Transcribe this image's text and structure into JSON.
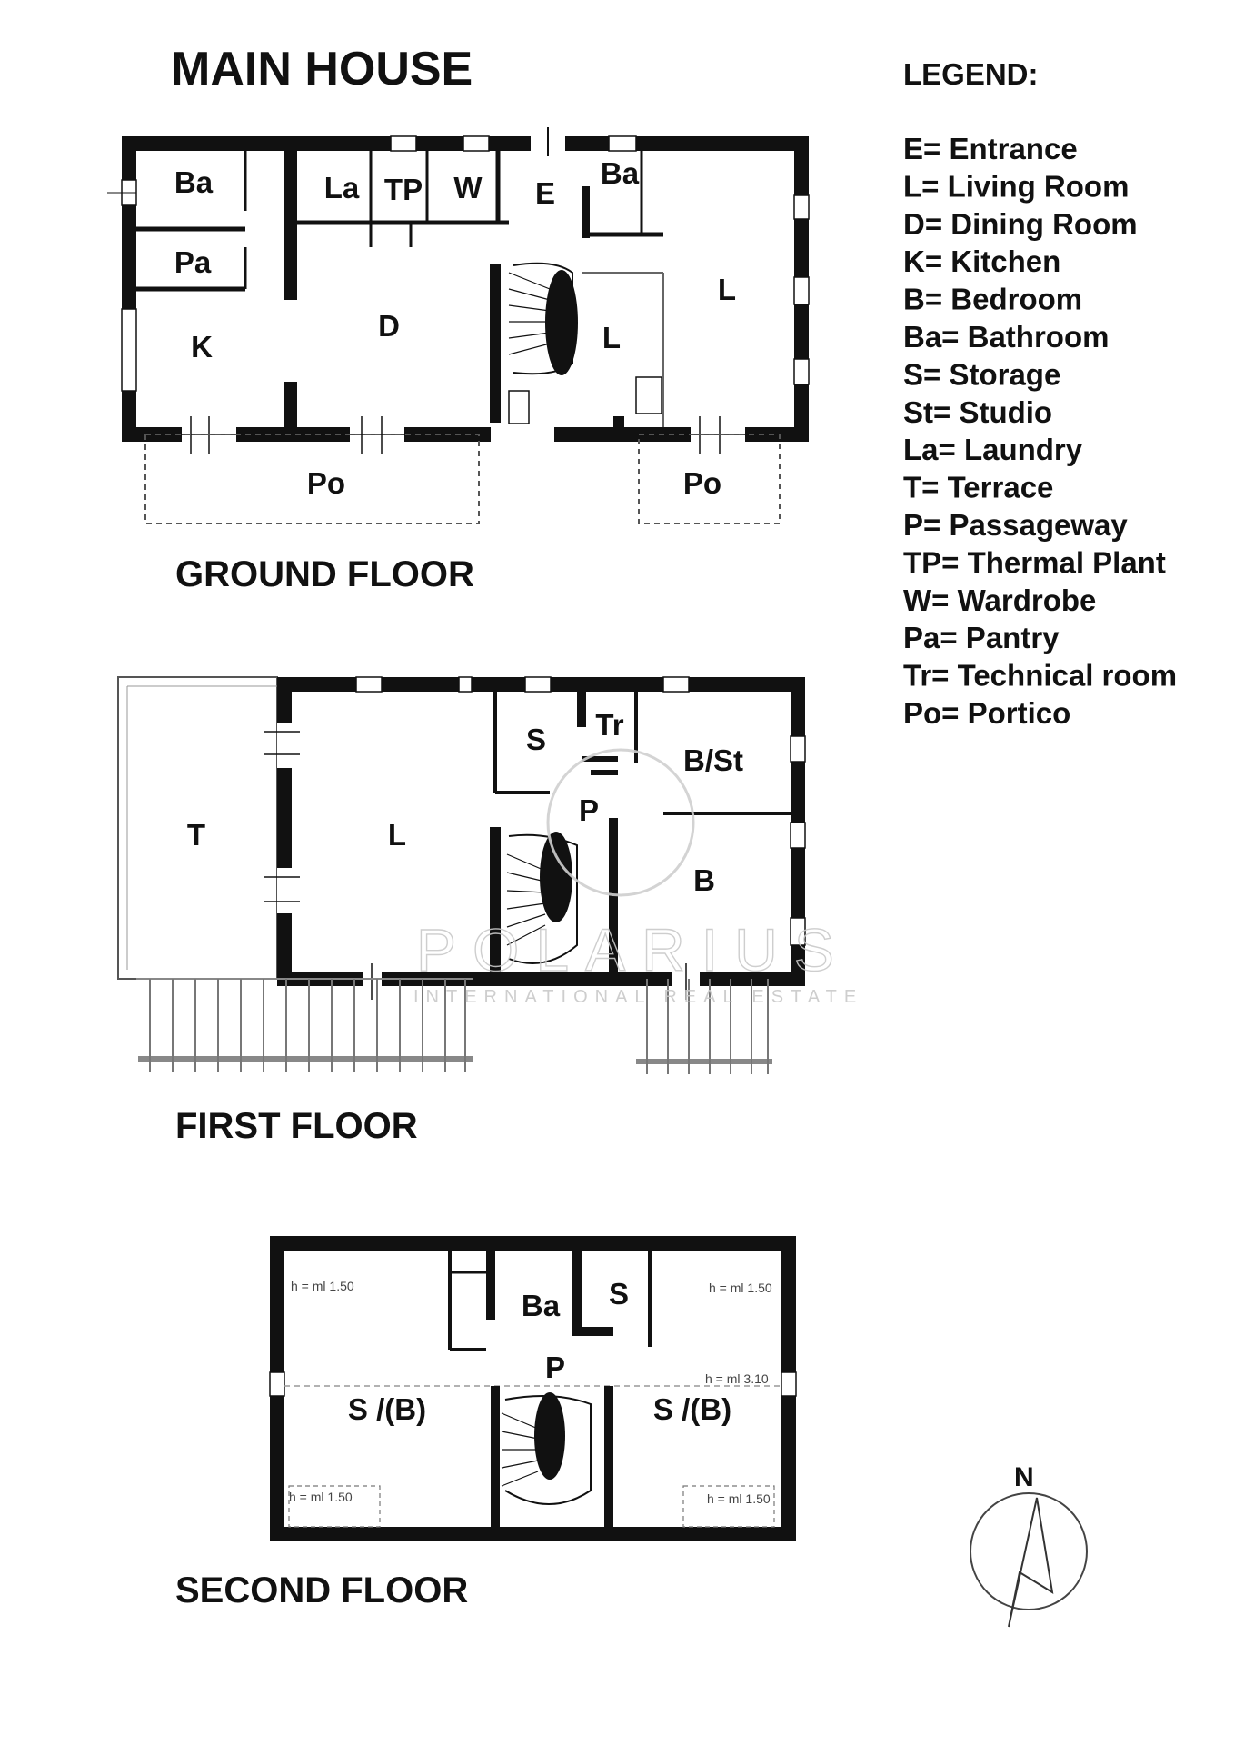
{
  "title": "MAIN HOUSE",
  "floors": {
    "ground": {
      "label": "GROUND FLOOR",
      "rooms": [
        "Ba",
        "La",
        "TP",
        "W",
        "E",
        "Ba",
        "Pa",
        "L",
        "D",
        "K",
        "L",
        "Po",
        "Po"
      ]
    },
    "first": {
      "label": "FIRST FLOOR",
      "rooms": [
        "S",
        "Tr",
        "B/St",
        "P",
        "T",
        "L",
        "B"
      ]
    },
    "second": {
      "label": "SECOND FLOOR",
      "rooms": [
        "Ba",
        "S",
        "P",
        "S /(B)",
        "S /(B)"
      ],
      "heights": [
        "h = ml 1.50",
        "h = ml 1.50",
        "h = ml 3.10",
        "h = ml 1.50",
        "h = ml 1.50"
      ]
    }
  },
  "legend": {
    "title": "LEGEND:",
    "items": [
      "E= Entrance",
      "L= Living Room",
      "D= Dining Room",
      "K= Kitchen",
      "B= Bedroom",
      "Ba= Bathroom",
      "S= Storage",
      "St= Studio",
      "La= Laundry",
      "T= Terrace",
      "P= Passageway",
      "TP= Thermal Plant",
      "W= Wardrobe",
      "Pa= Pantry",
      "Tr= Technical room",
      "Po= Portico"
    ]
  },
  "compass": {
    "label": "N",
    "icon": "north-arrow-icon"
  },
  "watermark": {
    "brand": "POLARIUS",
    "tagline": "INTERNATIONAL REAL ESTATE"
  }
}
